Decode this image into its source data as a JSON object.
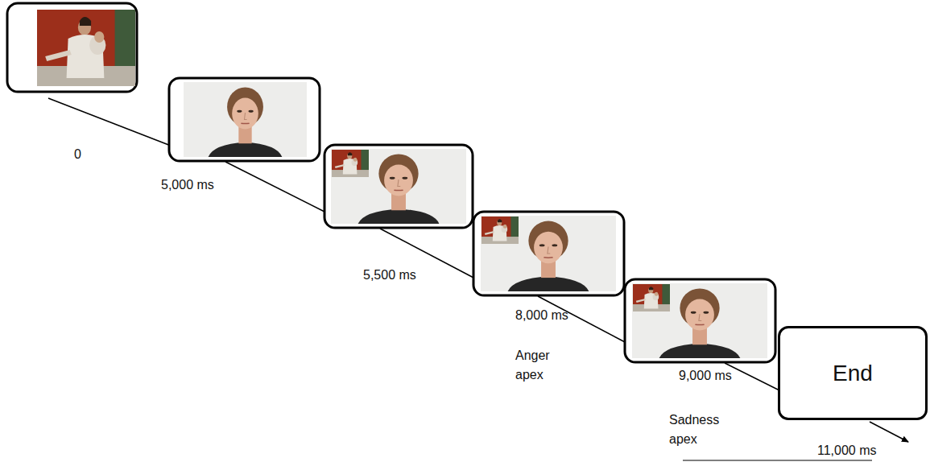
{
  "diagram": {
    "nodes": [
      {
        "text": [
          "End"
        ]
      }
    ],
    "labels": [
      "0",
      "5,000 ms",
      "5,500 ms",
      "8,000 ms",
      "Anger apex",
      "9,000 ms",
      "Sadness apex",
      "11,000 ms"
    ]
  }
}
